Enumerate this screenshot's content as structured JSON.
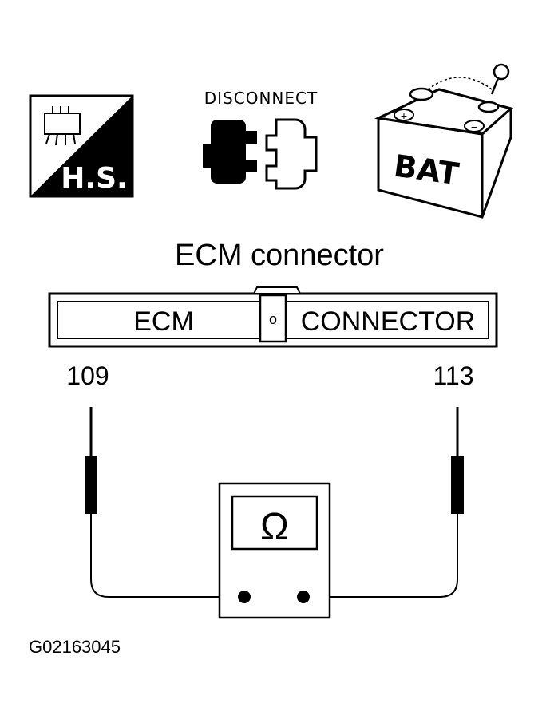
{
  "icons": {
    "hs_label": "H.S.",
    "disconnect_label": "DISCONNECT",
    "battery_label": "BAT",
    "battery_plus": "+",
    "battery_minus": "−"
  },
  "heading": "ECM connector",
  "connector": {
    "left_label": "ECM",
    "right_label": "CONNECTOR",
    "center_mark": "o"
  },
  "pins": {
    "left": "109",
    "right": "113"
  },
  "meter": {
    "symbol": "Ω"
  },
  "figure_id": "G02163045"
}
